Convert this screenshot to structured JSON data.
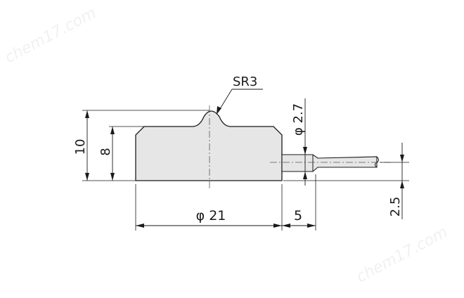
{
  "watermark": "chem17.com",
  "labels": {
    "sr": "SR3",
    "phi_cable": "φ 2.7",
    "height_total": "10",
    "height_body": "8",
    "phi_body": "φ 21",
    "cable_len": "5",
    "cable_offset": "2.5"
  },
  "colors": {
    "body_fill": "#e6e6e6",
    "line": "#1a1a1a",
    "watermark": "#f1f1f1"
  }
}
